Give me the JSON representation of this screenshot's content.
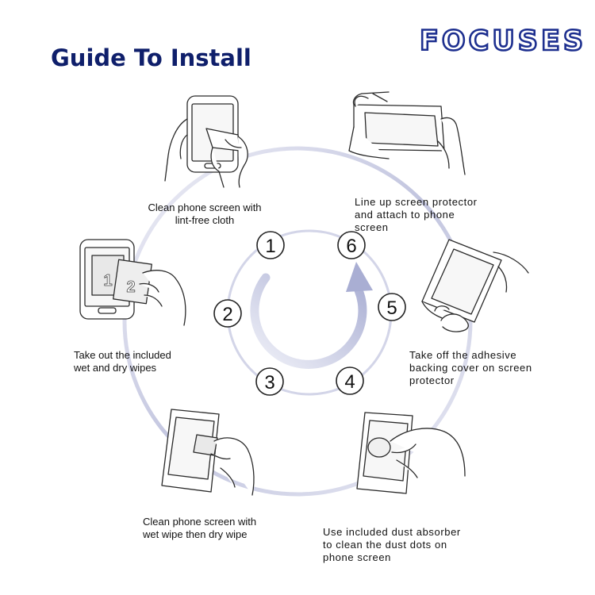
{
  "brand": {
    "logo_text": "FOCUSES",
    "color": "#1d2f8f"
  },
  "title": "Guide To Install",
  "steps": [
    {
      "number": "1",
      "caption": "Clean phone screen with\nlint-free cloth"
    },
    {
      "number": "2",
      "caption": "Take out the included\nwet and dry wipes"
    },
    {
      "number": "3",
      "caption": "Clean phone screen with\nwet wipe then dry wipe"
    },
    {
      "number": "4",
      "caption": "Use included dust absorber\nto clean the dust dots on\nphone screen"
    },
    {
      "number": "5",
      "caption": "Take off the adhesive\nbacking cover on screen\nprotector"
    },
    {
      "number": "6",
      "caption": "Line up screen protector\nand attach to phone\nscreen"
    }
  ],
  "wipe_labels": [
    "1",
    "2"
  ],
  "icons": [
    "phone-cloth-illustration",
    "phone-wipes-illustration",
    "phone-wet-wipe-illustration",
    "phone-dust-absorber-illustration",
    "screen-protector-peel-illustration",
    "screen-protector-align-illustration",
    "cycle-arrow-icon"
  ],
  "colors": {
    "title": "#0f1f6b",
    "ring_light": "#e6e7f2",
    "ring_dark": "#b9bcd9",
    "arrow": "#b3b7d8",
    "line_art": "#2a2a2a"
  }
}
